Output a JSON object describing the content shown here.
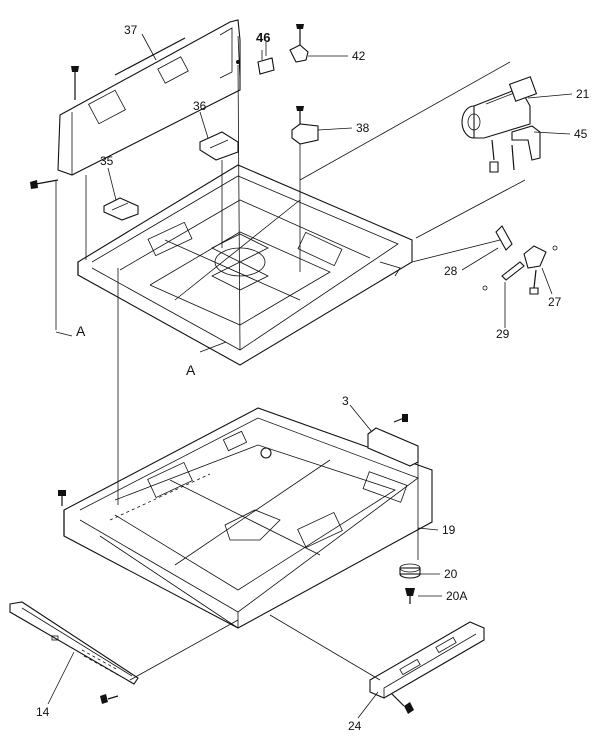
{
  "diagram": {
    "callouts": {
      "p37": "37",
      "p46": "46",
      "p42": "42",
      "p21": "21",
      "p38": "38",
      "p45": "45",
      "p36": "36",
      "p35": "35",
      "p28": "28",
      "p27": "27",
      "p29": "29",
      "pA1": "A",
      "pA2": "A",
      "p3": "3",
      "p19": "19",
      "p20": "20",
      "p20A": "20A",
      "p14": "14",
      "p24": "24"
    }
  }
}
